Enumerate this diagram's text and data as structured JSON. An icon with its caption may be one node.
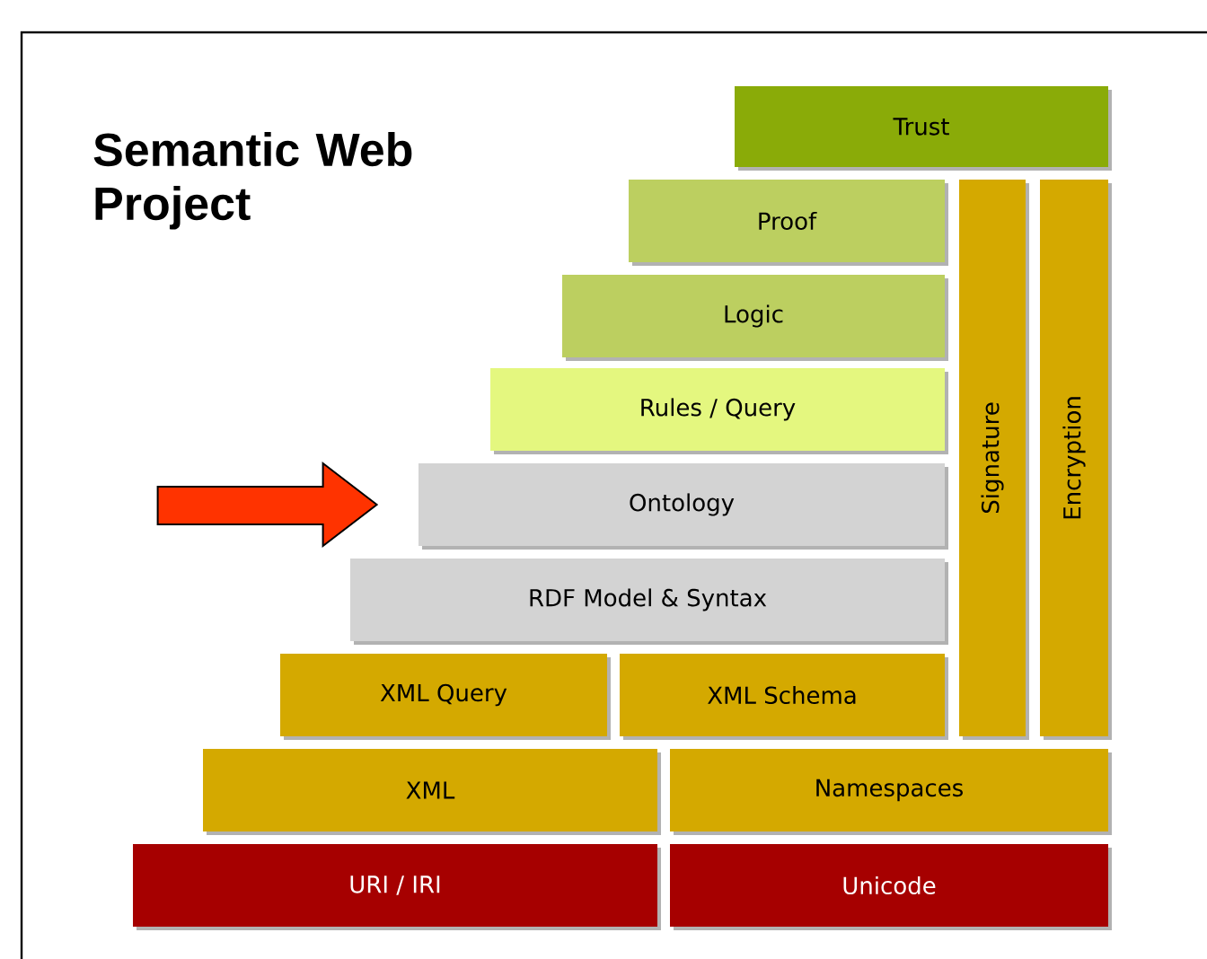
{
  "diagram": {
    "title": "Semantic Web Project",
    "nodes": [
      {
        "text": [
          "Trust"
        ]
      },
      {
        "text": [
          "Proof"
        ]
      },
      {
        "text": [
          "Signature"
        ]
      },
      {
        "text": [
          "Encryption"
        ]
      },
      {
        "text": [
          "Logic"
        ]
      },
      {
        "text": [
          "Rules / Query"
        ]
      },
      {
        "text": [
          "Ontology"
        ]
      },
      {
        "text": [
          "RDF Model & Syntax"
        ]
      },
      {
        "text": [
          "XML Query"
        ]
      },
      {
        "text": [
          "XML Schema"
        ]
      },
      {
        "text": [
          "XML"
        ]
      },
      {
        "text": [
          "Namespaces"
        ]
      },
      {
        "text": [
          "URI / IRI"
        ]
      },
      {
        "text": [
          "Unicode"
        ]
      }
    ],
    "edges": [
      {
        "from": null,
        "to": 6,
        "arrow": "to",
        "color": "#ff3300"
      }
    ]
  }
}
